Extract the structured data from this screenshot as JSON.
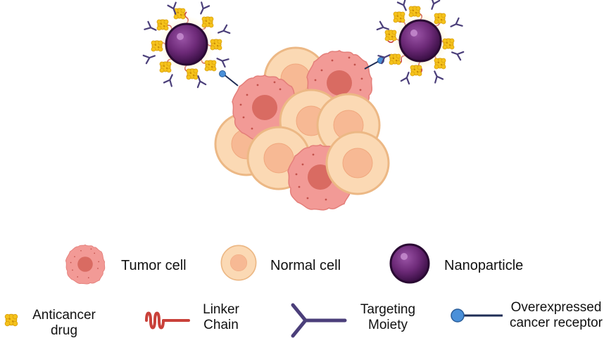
{
  "legend": {
    "tumor_cell": "Tumor cell",
    "normal_cell": "Normal cell",
    "nanoparticle": "Nanoparticle",
    "anticancer_drug": [
      "Anticancer",
      "drug"
    ],
    "linker_chain": [
      "Linker",
      "Chain"
    ],
    "targeting_moiety": [
      "Targeting",
      "Moiety"
    ],
    "cancer_receptor": [
      "Overexpressed",
      "cancer receptor"
    ]
  },
  "colors": {
    "tumor_fill": "#f29a96",
    "tumor_nucleus": "#d96b62",
    "normal_fill": "#fbd9b4",
    "normal_border": "#ecb885",
    "normal_nucleus": "#f7b994",
    "nanoparticle": "#6d2a78",
    "nanoparticle_dark": "#3a0f45",
    "drug": "#f5c21b",
    "linker": "#c9413a",
    "moiety": "#4b3f7a",
    "receptor_head": "#4a90d9",
    "receptor_stem": "#1f2d55"
  }
}
